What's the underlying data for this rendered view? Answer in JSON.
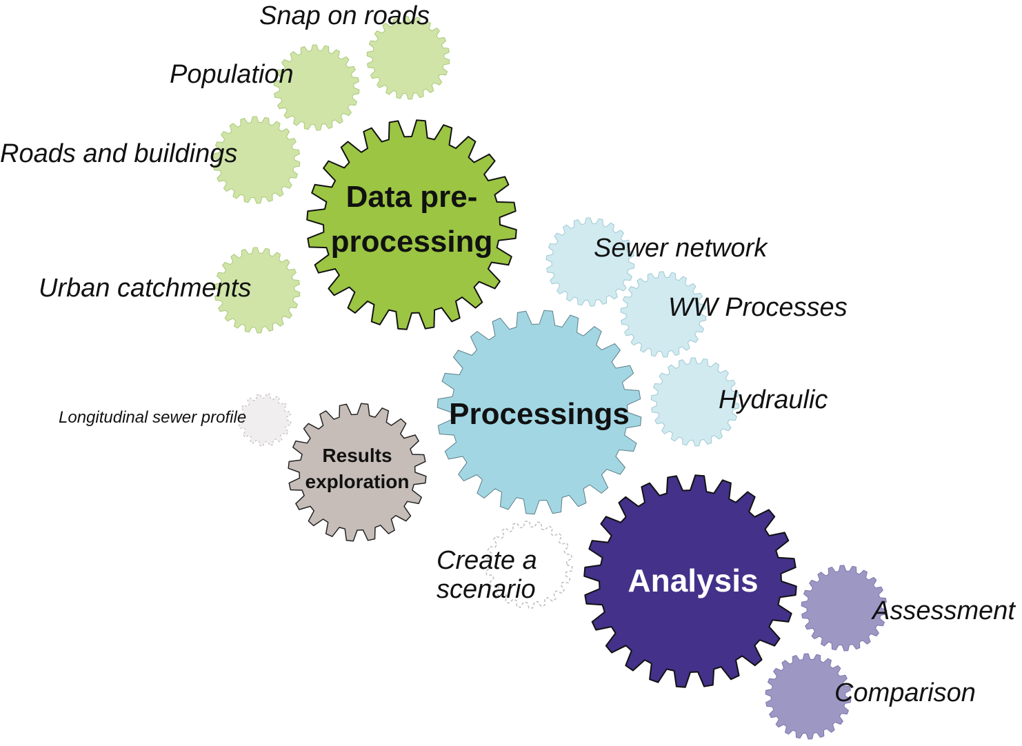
{
  "colors": {
    "green_main": "#9bc543",
    "green_light": "#d0e4a8",
    "blue_main": "#a3d6e3",
    "blue_light": "#d0eaf0",
    "purple_main": "#43318a",
    "purple_light": "#9d97c4",
    "gray_main": "#c6bdb8",
    "gray_light": "#f0eeee"
  },
  "main": {
    "data_preprocessing": {
      "line1": "Data pre-",
      "line2": "processing"
    },
    "processings": {
      "label": "Processings"
    },
    "results_exploration": {
      "line1": "Results",
      "line2": "exploration"
    },
    "analysis": {
      "label": "Analysis"
    }
  },
  "sub": {
    "snap_on_roads": "Snap on roads",
    "population": "Population",
    "roads_and_buildings": "Roads and buildings",
    "urban_catchments": "Urban catchments",
    "sewer_network": "Sewer network",
    "ww_processes": "WW Processes",
    "hydraulic": "Hydraulic",
    "longitudinal_sewer_profile": "Longitudinal sewer profile",
    "create_a_scenario": {
      "line1": "Create a",
      "line2": "scenario"
    },
    "assessment": "Assessment",
    "comparison": "Comparison"
  }
}
